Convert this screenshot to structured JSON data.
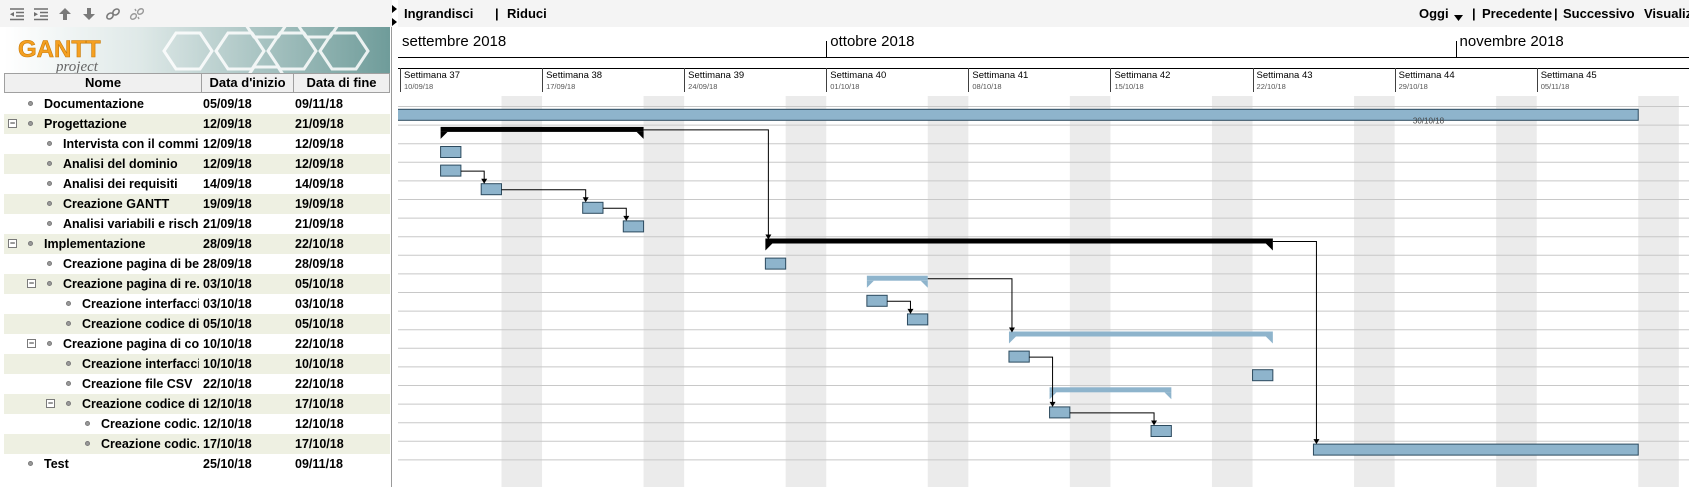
{
  "toolbar_left": {
    "icons": [
      "unindent-icon",
      "indent-icon",
      "move-up-icon",
      "move-down-icon",
      "link-icon",
      "unlink-icon"
    ]
  },
  "logo": {
    "main": "GANTT",
    "sub": "project"
  },
  "table": {
    "headers": {
      "name": "Nome",
      "start": "Data d'inizio",
      "end": "Data di fine"
    },
    "rows": [
      {
        "name": "Documentazione",
        "start": "05/09/18",
        "end": "09/11/18",
        "level": 0,
        "toggle": ""
      },
      {
        "name": "Progettazione",
        "start": "12/09/18",
        "end": "21/09/18",
        "level": 0,
        "toggle": "−"
      },
      {
        "name": "Intervista con il commi...",
        "start": "12/09/18",
        "end": "12/09/18",
        "level": 1,
        "toggle": ""
      },
      {
        "name": "Analisi del dominio",
        "start": "12/09/18",
        "end": "12/09/18",
        "level": 1,
        "toggle": ""
      },
      {
        "name": "Analisi dei requisiti",
        "start": "14/09/18",
        "end": "14/09/18",
        "level": 1,
        "toggle": ""
      },
      {
        "name": "Creazione GANTT",
        "start": "19/09/18",
        "end": "19/09/18",
        "level": 1,
        "toggle": ""
      },
      {
        "name": "Analisi variabili e rischi",
        "start": "21/09/18",
        "end": "21/09/18",
        "level": 1,
        "toggle": ""
      },
      {
        "name": "Implementazione",
        "start": "28/09/18",
        "end": "22/10/18",
        "level": 0,
        "toggle": "−"
      },
      {
        "name": "Creazione pagina di be...",
        "start": "28/09/18",
        "end": "28/09/18",
        "level": 1,
        "toggle": ""
      },
      {
        "name": "Creazione pagina di re...",
        "start": "03/10/18",
        "end": "05/10/18",
        "level": 1,
        "toggle": "−"
      },
      {
        "name": "Creazione interfaccia",
        "start": "03/10/18",
        "end": "03/10/18",
        "level": 2,
        "toggle": ""
      },
      {
        "name": "Creazione codice di...",
        "start": "05/10/18",
        "end": "05/10/18",
        "level": 2,
        "toggle": ""
      },
      {
        "name": "Creazione pagina di co...",
        "start": "10/10/18",
        "end": "22/10/18",
        "level": 1,
        "toggle": "−"
      },
      {
        "name": "Creazione interfaccia",
        "start": "10/10/18",
        "end": "10/10/18",
        "level": 2,
        "toggle": ""
      },
      {
        "name": "Creazione file CSV",
        "start": "22/10/18",
        "end": "22/10/18",
        "level": 2,
        "toggle": ""
      },
      {
        "name": "Creazione codice di...",
        "start": "12/10/18",
        "end": "17/10/18",
        "level": 2,
        "toggle": "−"
      },
      {
        "name": "Creazione codic...",
        "start": "12/10/18",
        "end": "12/10/18",
        "level": 3,
        "toggle": ""
      },
      {
        "name": "Creazione codic...",
        "start": "17/10/18",
        "end": "17/10/18",
        "level": 3,
        "toggle": ""
      },
      {
        "name": "Test",
        "start": "25/10/18",
        "end": "09/11/18",
        "level": 0,
        "toggle": ""
      }
    ]
  },
  "chart_toolbar": {
    "zoom_in": "Ingrandisci",
    "zoom_out": "Riduci",
    "today": "Oggi",
    "previous": "Precedente",
    "next": "Successivo",
    "view": "Visualizz",
    "separator": "|"
  },
  "timeline": {
    "months": [
      {
        "label": "settembre 2018",
        "date": "2018-09-01"
      },
      {
        "label": "ottobre 2018",
        "date": "2018-10-01"
      },
      {
        "label": "novembre 2018",
        "date": "2018-11-01"
      }
    ],
    "weeks": [
      {
        "label": "Settimana  37",
        "date": "10/09/18"
      },
      {
        "label": "Settimana  38",
        "date": "17/09/18"
      },
      {
        "label": "Settimana  39",
        "date": "24/09/18"
      },
      {
        "label": "Settimana  40",
        "date": "01/10/18"
      },
      {
        "label": "Settimana  41",
        "date": "08/10/18"
      },
      {
        "label": "Settimana  42",
        "date": "15/10/18"
      },
      {
        "label": "Settimana  43",
        "date": "22/10/18"
      },
      {
        "label": "Settimana  44",
        "date": "29/10/18"
      },
      {
        "label": "Settimana  45",
        "date": "05/11/18"
      }
    ],
    "milestone_label": "30/10/18",
    "first_day": "2018-09-10",
    "last_day": "2018-11-11"
  },
  "colors": {
    "task_fill": "#8eb4cc",
    "task_border": "#2c4a5e",
    "summary_black": "#000000",
    "summary_blue": "#8eb4cc",
    "weekend": "#ebebeb",
    "row_alt": "#eef0e2",
    "grid_line": "#c8c8c8"
  }
}
